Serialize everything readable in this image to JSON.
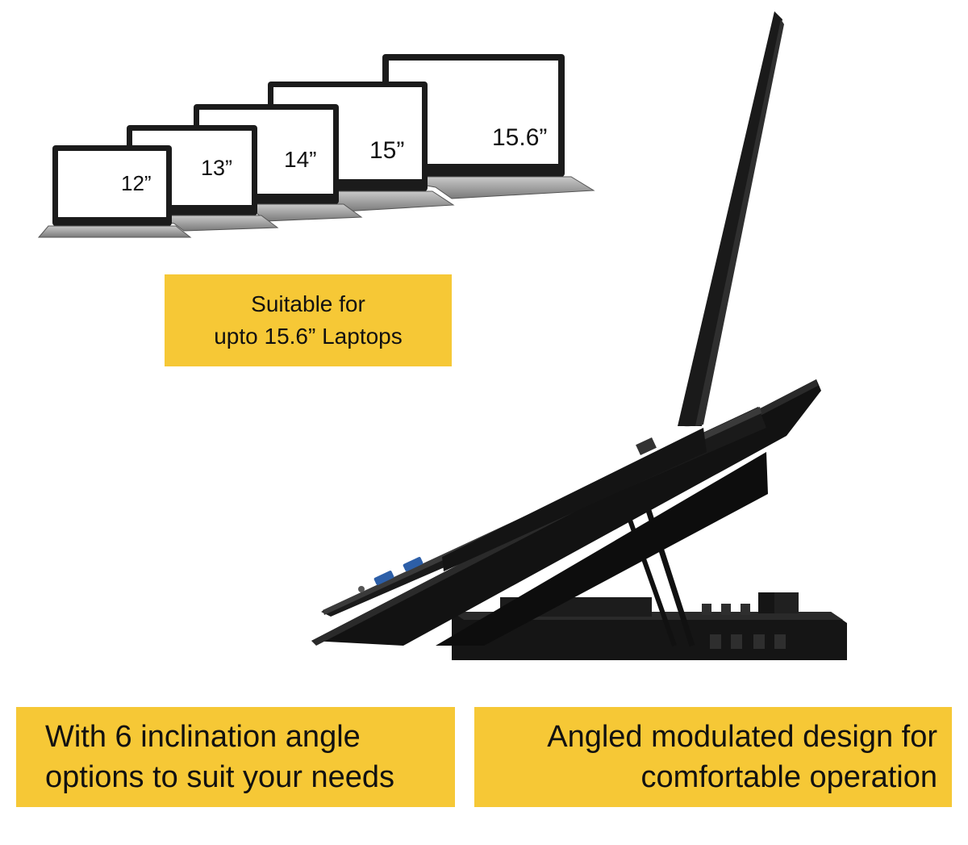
{
  "laptop_sizes": [
    "12”",
    "13”",
    "14”",
    "15”",
    "15.6”"
  ],
  "callouts": {
    "compatibility": {
      "line1": "Suitable for",
      "line2": "upto 15.6” Laptops"
    },
    "inclination": {
      "line1": "With 6 inclination angle",
      "line2": "options to suit your needs"
    },
    "design": {
      "line1": "Angled modulated design for",
      "line2": "comfortable operation"
    }
  },
  "icons": [
    "laptop-icon",
    "laptop-stand-icon"
  ],
  "colors": {
    "callout_background": "#f6c836",
    "text": "#111111",
    "device_body": "#1a1a1a"
  }
}
